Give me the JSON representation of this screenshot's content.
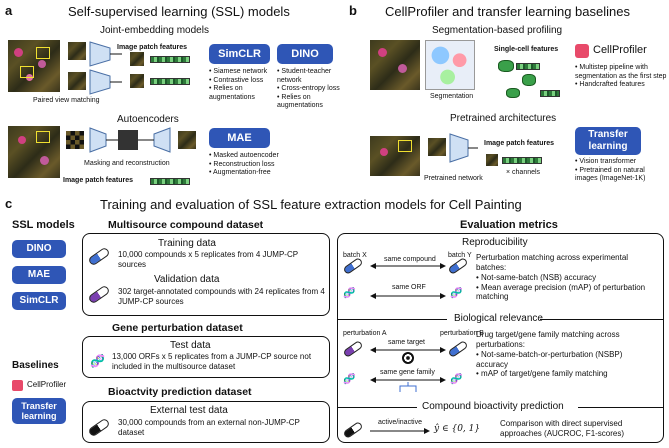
{
  "panel_a": {
    "letter": "a",
    "title": "Self-supervised learning (SSL) models",
    "joint_title": "Joint-embedding models",
    "image_patch_features_1": "Image patch features",
    "paired_view_matching": "Paired view matching",
    "simclr": {
      "label": "SimCLR",
      "bullets": [
        "Siamese network",
        "Contrastive loss",
        "Relies on augmentations"
      ]
    },
    "dino": {
      "label": "DINO",
      "bullets": [
        "Student-teacher network",
        "Cross-entropy loss",
        "Relies on augmentations"
      ]
    },
    "autoencoders_title": "Autoencoders",
    "masking_reconstruction": "Masking and reconstruction",
    "image_patch_features_2": "Image patch features",
    "mae": {
      "label": "MAE",
      "bullets": [
        "Masked autoencoder",
        "Reconstruction loss",
        "Augmentation-free"
      ]
    }
  },
  "panel_b": {
    "letter": "b",
    "title": "CellProfiler and transfer learning baselines",
    "seg_title": "Segmentation-based profiling",
    "single_cell_features": "Single-cell features",
    "segmentation": "Segmentation",
    "cellprofiler": {
      "label": "CellProfiler",
      "bullets": [
        "Multistep pipeline with segmentation as the first step",
        "Handcrafted features"
      ]
    },
    "pretrained_title": "Pretrained architectures",
    "image_patch_features": "Image patch features",
    "channels": "× channels",
    "pretrained_network": "Pretrained network",
    "transfer": {
      "label": "Transfer learning",
      "bullets": [
        "Vision transformer",
        "Pretrained on natural images (ImageNet-1K)"
      ]
    }
  },
  "panel_c": {
    "letter": "c",
    "title": "Training and evaluation of SSL feature extraction models for Cell Painting",
    "ssl_models_title": "SSL models",
    "ssl_models": [
      "DINO",
      "MAE",
      "SimCLR"
    ],
    "baselines_title": "Baselines",
    "cellprofiler": "CellProfiler",
    "transfer": "Transfer learning",
    "multisource_title": "Multisource compound dataset",
    "training_title": "Training data",
    "training_text": "10,000 compounds x 5 replicates from 4 JUMP-CP sources",
    "validation_title": "Validation data",
    "validation_text": "302 target-annotated compounds with 24 replicates from 4 JUMP-CP sources",
    "gene_title": "Gene perturbation dataset",
    "test_title": "Test data",
    "test_text": "13,000 ORFs x 5 replicates from a JUMP-CP source not included in the multisource dataset",
    "bioactivity_title": "Bioactvity prediction dataset",
    "external_title": "External test data",
    "external_text": "30,000 compounds from an external non-JUMP-CP dataset",
    "eval_title": "Evaluation metrics",
    "reproducibility": {
      "title": "Reproducibility",
      "batch_x": "batch X",
      "batch_y": "batch Y",
      "same_compound": "same compound",
      "same_orf": "same ORF",
      "text": "Perturbation matching across experimental batches:",
      "bullets": [
        "Not-same-batch (NSB) accuracy",
        "Mean average precision (mAP) of perturbation matching"
      ]
    },
    "biological": {
      "title": "Biological relevance",
      "pert_a": "perturbation A",
      "pert_b": "perturbation B",
      "same_target": "same target",
      "same_gene_family": "same gene family",
      "text": "Drug target/gene family matching across perturbations:",
      "bullets": [
        "Not-same-batch-or-perturbation (NSBP) accuracy",
        "mAP of target/gene family matching"
      ]
    },
    "bioactivity": {
      "title": "Compound bioactivity prediction",
      "active_inactive": "active/inactive",
      "formula": "ŷ ∈ {0, 1}",
      "text": "Comparison with direct supervised approaches (AUCROC, F1-scores)"
    }
  },
  "colors": {
    "badge": "#2f56b6",
    "feature_green": "#2e7a3a",
    "pill_blue": "#3f6fd0",
    "pill_purple": "#7a3fb0"
  }
}
